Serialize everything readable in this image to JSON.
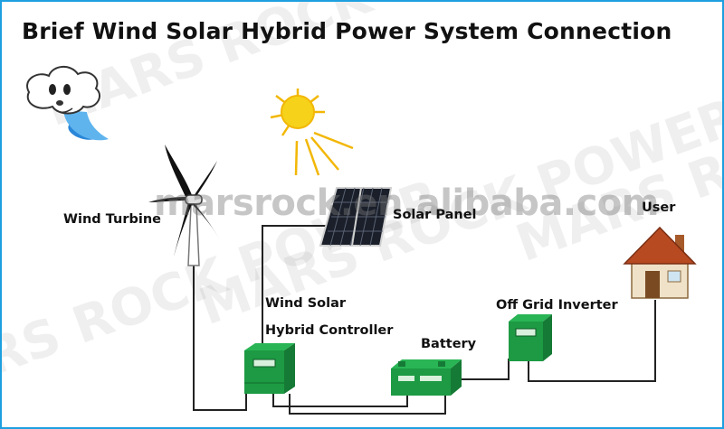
{
  "title": "Brief Wind Solar Hybrid Power System Connection",
  "labels": {
    "wind_turbine": "Wind Turbine",
    "solar_panel": "Solar Panel",
    "user": "User",
    "controller_line1": "Wind Solar",
    "controller_line2": "Hybrid Controller",
    "inverter": "Off Grid Inverter",
    "battery": "Battery"
  },
  "watermarks": {
    "brand": "MARS ROCK POWER",
    "url": "marsrock.en.alibaba.com"
  },
  "colors": {
    "frame": "#1e9fe0",
    "device_green": "#1d9a43",
    "sun_yellow": "#f6d21a",
    "wire": "#222222"
  },
  "icons": [
    "cloud-icon",
    "sun-icon",
    "wind-turbine-icon",
    "solar-panel-icon",
    "house-icon",
    "controller-icon",
    "battery-icon",
    "inverter-icon"
  ]
}
